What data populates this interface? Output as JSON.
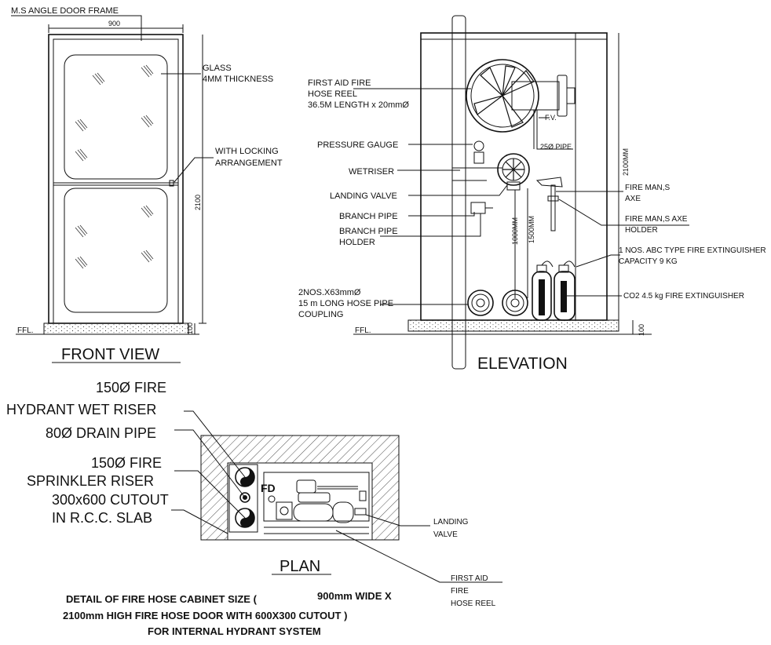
{
  "front": {
    "frame_label": "M.S ANGLE DOOR FRAME",
    "width_dim": "900",
    "glass_label_1": "GLASS",
    "glass_label_2": "4MM THICKNESS",
    "lock_label_1": "WITH LOCKING",
    "lock_label_2": "ARRANGEMENT",
    "height_dim": "2100",
    "base_dim": "100",
    "ffl": "FFL.",
    "title": "FRONT VIEW"
  },
  "elevation": {
    "hose_reel_1": "FIRST AID FIRE",
    "hose_reel_2": "HOSE REEL",
    "hose_reel_3": "36.5M LENGTH x 20mmØ",
    "fv": "F.V.",
    "pipe25": "25Ø PIPE",
    "pressure_gauge": "PRESSURE GAUGE",
    "wetriser": "WETRISER",
    "landing_valve": "LANDING VALVE",
    "branch_pipe": "BRANCH PIPE",
    "branch_holder_1": "BRANCH PIPE",
    "branch_holder_2": "HOLDER",
    "dim_1000": "1000MM",
    "dim_1500": "1500MM",
    "dim_2100": "2100MM",
    "axe_1": "FIRE MAN,S",
    "axe_2": "AXE",
    "axe_holder_1": "FIRE MAN,S AXE",
    "axe_holder_2": "HOLDER",
    "abc_1": "1 NOS. ABC TYPE FIRE EXTINGUISHER",
    "abc_2": "CAPACITY 9 KG",
    "co2": "CO2  4.5 kg FIRE EXTINGUISHER",
    "hose_1": "2NOS.X63mmØ",
    "hose_2": "15 m LONG HOSE PIPE",
    "hose_3": "COUPLING",
    "ffl": "FFL.",
    "base_dim": "100",
    "title": "ELEVATION"
  },
  "plan": {
    "wet_riser_1": "150Ø FIRE",
    "wet_riser_2": "HYDRANT WET RISER",
    "drain": "80Ø DRAIN PIPE",
    "sprinkler_1": "150Ø FIRE",
    "sprinkler_2": "SPRINKLER RISER",
    "cutout_1": "300x600 CUTOUT",
    "cutout_2": "IN R.C.C. SLAB",
    "fd": "FD",
    "landing_1": "LANDING",
    "landing_2": "VALVE",
    "reel_1": "FIRST AID",
    "reel_2": "FIRE",
    "reel_3": "HOSE REEL",
    "title": "PLAN"
  },
  "detail": {
    "line_1a": "DETAIL OF FIRE HOSE CABINET  SIZE (",
    "line_1b": "900mm WIDE X",
    "line_2": "2100mm HIGH FIRE HOSE DOOR WITH 600X300 CUTOUT )",
    "line_3": "FOR INTERNAL HYDRANT SYSTEM"
  }
}
